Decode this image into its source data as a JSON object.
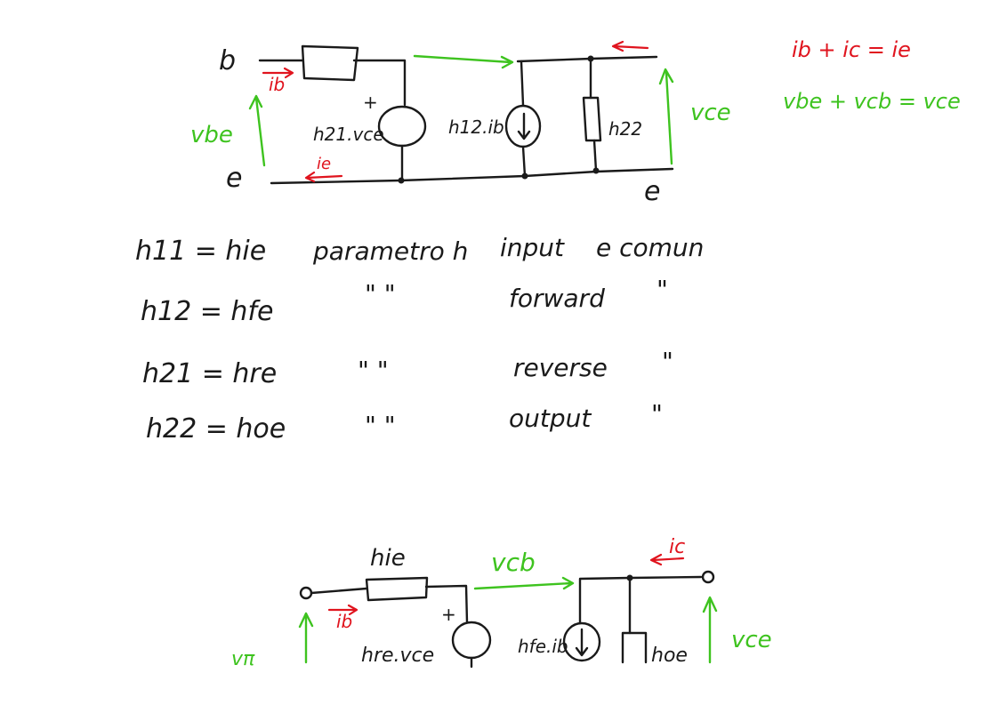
{
  "upper_circuit": {
    "node_b": "b",
    "node_e_left": "e",
    "node_e_right": "e",
    "ib": "ib",
    "ie": "ie",
    "vbe": "vbe",
    "vce": "vce",
    "plus": "+",
    "source_voltage": "h21.vce",
    "source_current": "h12.ib",
    "h22": "h22",
    "kcl": "ib + ic = ie",
    "kvl": "vbe + vcb = vce"
  },
  "table": [
    {
      "h": "h11 = hie",
      "word": "parametro h",
      "meaning": "input",
      "config": "e comun"
    },
    {
      "h": "h12 = hfe",
      "word": "\"        \"",
      "meaning": "forward",
      "config": "\""
    },
    {
      "h": "h21 = hre",
      "word": "\"        \"",
      "meaning": "reverse",
      "config": "\""
    },
    {
      "h": "h22 = hoe",
      "word": "\"        \"",
      "meaning": "output",
      "config": "\""
    }
  ],
  "lower_circuit": {
    "hie": "hie",
    "ib": "ib",
    "vcb": "vcb",
    "ic": "ic",
    "plus": "+",
    "source_voltage": "hre.vce",
    "source_current": "hfe.ib",
    "hoe": "hoe",
    "vce": "vce",
    "vbe_partial": "vπ"
  }
}
